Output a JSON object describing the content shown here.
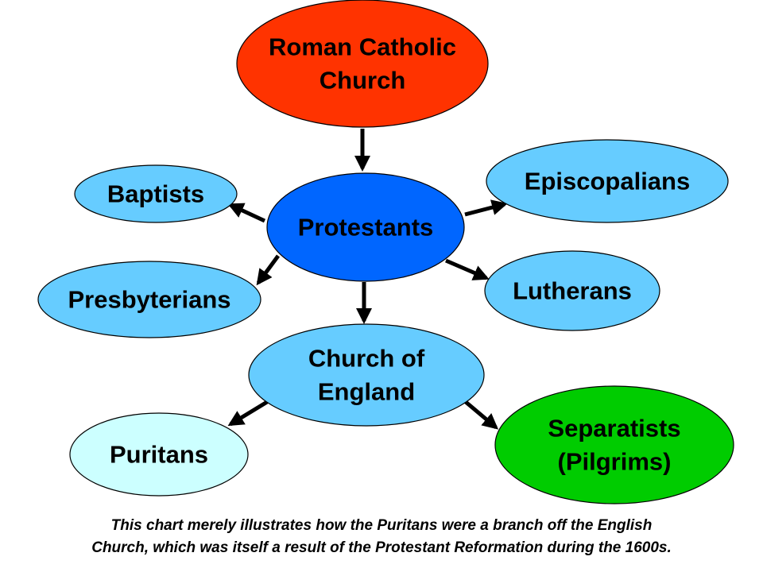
{
  "nodes": {
    "roman_catholic": {
      "lines": [
        "Roman Catholic",
        "Church"
      ],
      "color": "#ff3300"
    },
    "protestants": {
      "lines": [
        "Protestants"
      ],
      "color": "#0066ff"
    },
    "baptists": {
      "lines": [
        "Baptists"
      ],
      "color": "#66ccff"
    },
    "episcopalians": {
      "lines": [
        "Episcopalians"
      ],
      "color": "#66ccff"
    },
    "presbyterians": {
      "lines": [
        "Presbyterians"
      ],
      "color": "#66ccff"
    },
    "lutherans": {
      "lines": [
        "Lutherans"
      ],
      "color": "#66ccff"
    },
    "church_of_england": {
      "lines": [
        "Church of",
        "England"
      ],
      "color": "#66ccff"
    },
    "puritans": {
      "lines": [
        "Puritans"
      ],
      "color": "#ccffff"
    },
    "separatists": {
      "lines": [
        "Separatists",
        "(Pilgrims)"
      ],
      "color": "#00cc00"
    }
  },
  "edges": [
    {
      "from": "roman_catholic",
      "to": "protestants"
    },
    {
      "from": "protestants",
      "to": "baptists"
    },
    {
      "from": "protestants",
      "to": "episcopalians"
    },
    {
      "from": "protestants",
      "to": "presbyterians"
    },
    {
      "from": "protestants",
      "to": "lutherans"
    },
    {
      "from": "protestants",
      "to": "church_of_england"
    },
    {
      "from": "church_of_england",
      "to": "puritans"
    },
    {
      "from": "church_of_england",
      "to": "separatists"
    }
  ],
  "caption": {
    "line1": "This chart merely illustrates how the Puritans were a branch off the English",
    "line2": "Church, which was itself a result of the Protestant Reformation during the 1600s."
  }
}
